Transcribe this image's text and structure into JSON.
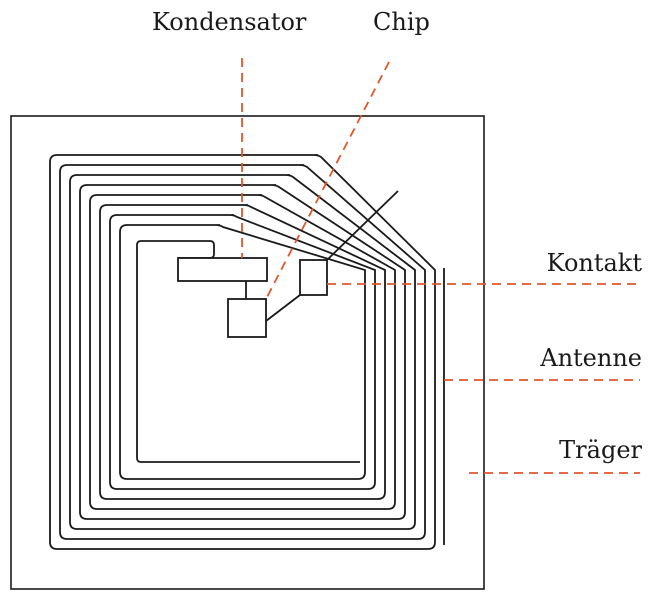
{
  "labels": {
    "kondensator": "Kondensator",
    "chip": "Chip",
    "kontakt": "Kontakt",
    "antenne": "Antenne",
    "traeger": "Träger"
  },
  "colors": {
    "line": "#1a1a1a",
    "leader": "#e0572a",
    "background": "#ffffff"
  }
}
